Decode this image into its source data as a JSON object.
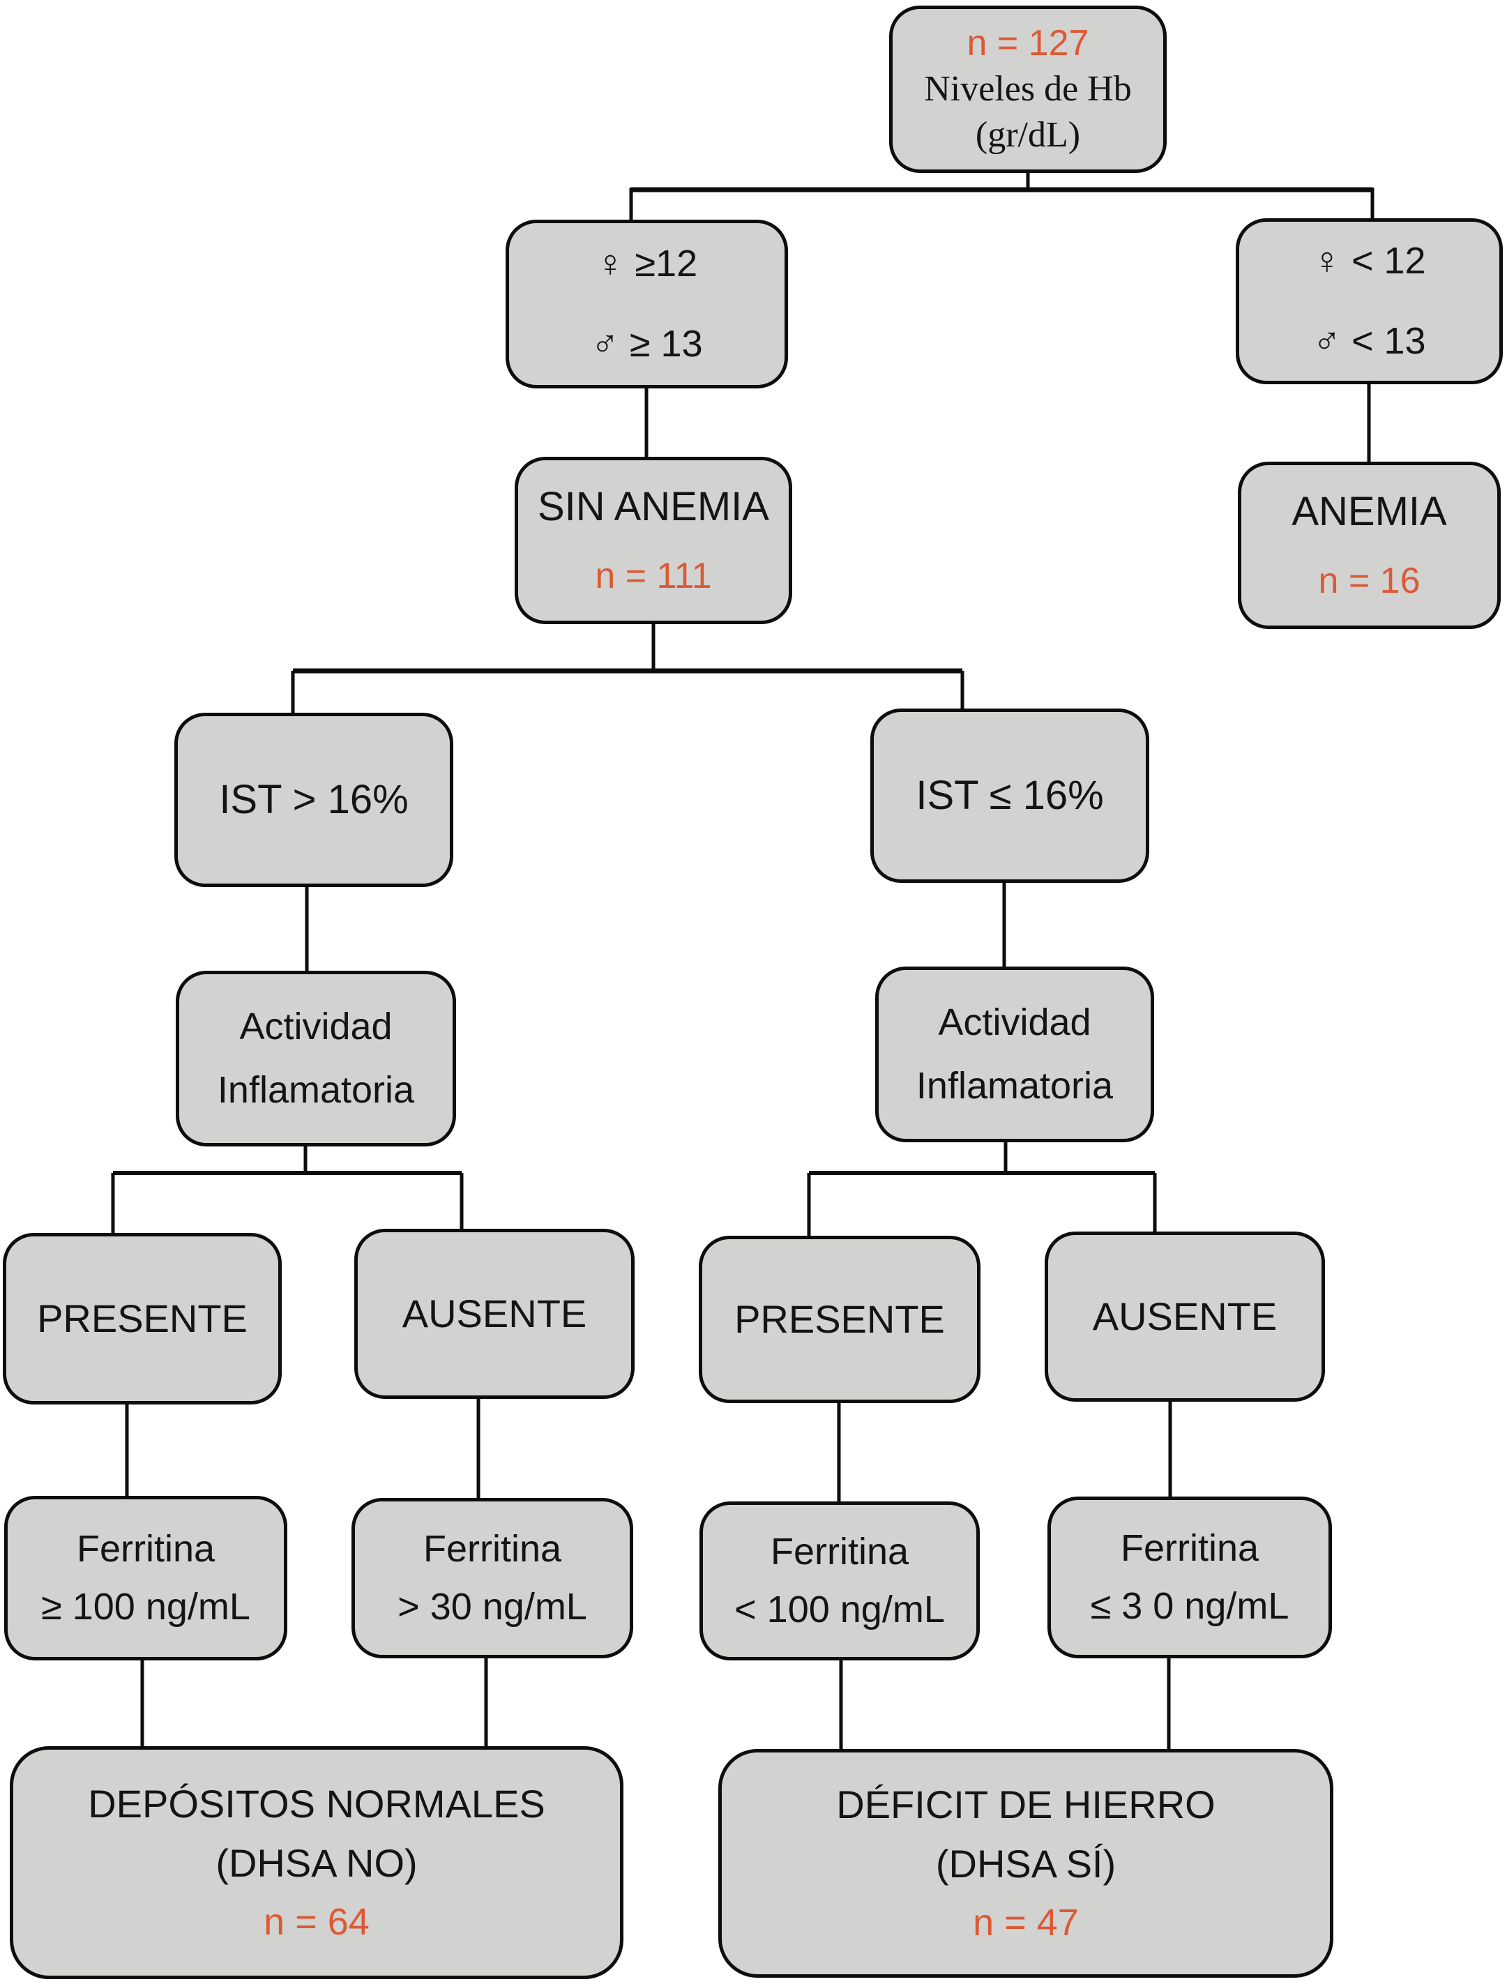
{
  "colors": {
    "node_fill": "#d2d2d1",
    "node_border": "#0d0d0d",
    "text": "#141414",
    "count_accent": "#db5a36"
  },
  "nodes": {
    "root": {
      "count": "n = 127",
      "line1": "Niveles de Hb",
      "line2": "(gr/dL)"
    },
    "hb_normal": {
      "line1": "♀ ≥12",
      "line2": "♂ ≥ 13"
    },
    "hb_low": {
      "line1": "♀ < 12",
      "line2": "♂ < 13"
    },
    "sin_anemia": {
      "label": "SIN ANEMIA",
      "count": "n = 111"
    },
    "anemia": {
      "label": "ANEMIA",
      "count": "n = 16"
    },
    "ist_high": {
      "label": "IST > 16%"
    },
    "ist_low": {
      "label": "IST ≤ 16%"
    },
    "act_left": {
      "line1": "Actividad",
      "line2": "Inflamatoria"
    },
    "act_right": {
      "line1": "Actividad",
      "line2": "Inflamatoria"
    },
    "presente_left": {
      "label": "PRESENTE"
    },
    "ausente_left": {
      "label": "AUSENTE"
    },
    "presente_right": {
      "label": "PRESENTE"
    },
    "ausente_right": {
      "label": "AUSENTE"
    },
    "ferritina_presente_left": {
      "line1": "Ferritina",
      "line2": "≥ 100 ng/mL"
    },
    "ferritina_ausente_left": {
      "line1": "Ferritina",
      "line2": "> 30 ng/mL"
    },
    "ferritina_presente_right": {
      "line1": "Ferritina",
      "line2": "< 100 ng/mL"
    },
    "ferritina_ausente_right": {
      "line1": "Ferritina",
      "line2": "≤ 3 0 ng/mL"
    },
    "depositos_normales": {
      "line1": "DEPÓSITOS NORMALES",
      "line2": "(DHSA NO)",
      "count": "n = 64"
    },
    "deficit_hierro": {
      "line1": "DÉFICIT DE HIERRO",
      "line2": "(DHSA SÍ)",
      "count": "n = 47"
    }
  }
}
